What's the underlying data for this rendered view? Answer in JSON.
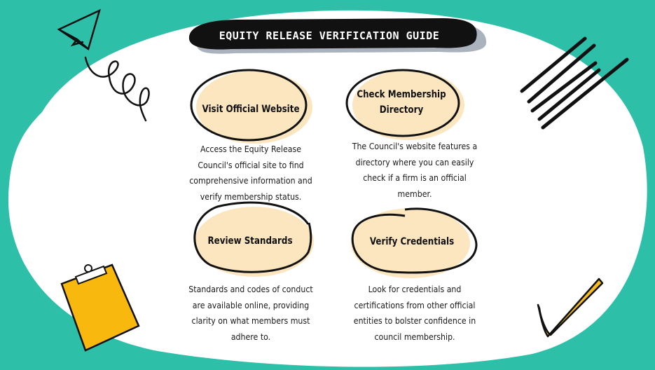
{
  "title": "EQUITY RELEASE VERIFICATION GUIDE",
  "colors": {
    "background": "#2ebfa9",
    "blob": "#fbe6bf",
    "clipboard": "#f9b80d",
    "check": "#f6bd1c"
  },
  "cards": [
    {
      "heading": "Visit Official Website",
      "description": "Access the Equity Release Council's official site to find comprehensive information and verify membership status."
    },
    {
      "heading": "Check Membership Directory",
      "description": "The Council's website features a directory where you can easily check if a firm is an official member."
    },
    {
      "heading": "Review Standards",
      "description": "Standards and codes of conduct are available online, providing clarity on what members must adhere to."
    },
    {
      "heading": "Verify Credentials",
      "description": "Look for credentials and certifications from other official entities to bolster confidence in council membership."
    }
  ]
}
